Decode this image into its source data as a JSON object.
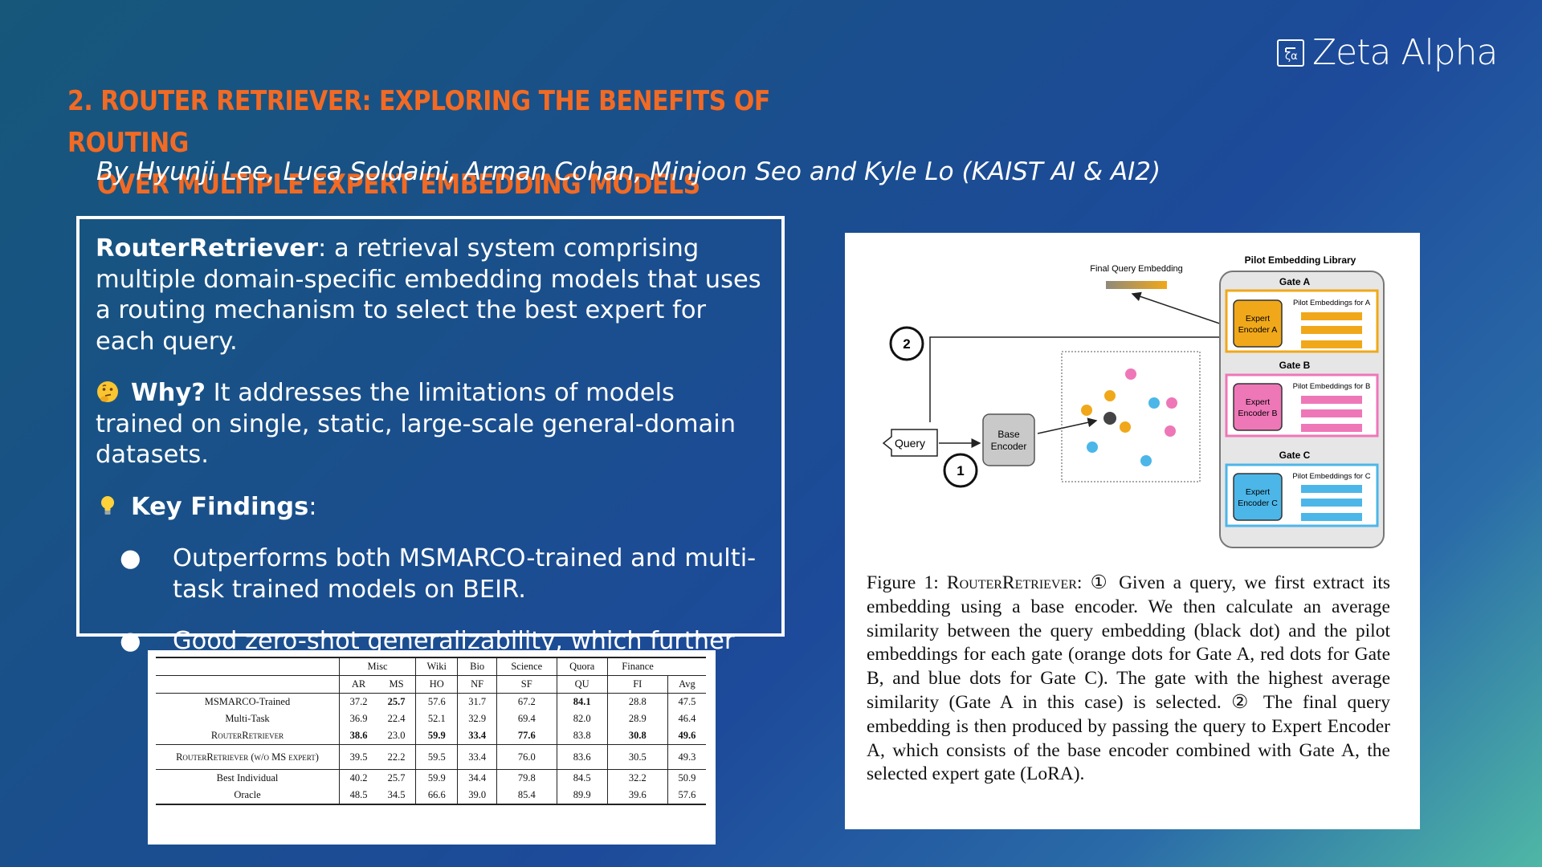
{
  "brand": {
    "name": "Zeta Alpha",
    "icon": "zeta-alpha-logo-icon"
  },
  "title": {
    "line1": "2. ROUTER RETRIEVER: EXPLORING THE BENEFITS OF ROUTING",
    "line2": "OVER MULTIPLE EXPERT EMBEDDING MODELS"
  },
  "authors": "By Hyunji Lee, Luca Soldaini, Arman Cohan, Minjoon Seo and Kyle Lo (KAIST AI & AI2)",
  "summary": {
    "term": "RouterRetriever",
    "definition": ": a retrieval system comprising multiple domain-specific embedding models that uses a routing mechanism to select the best expert for each query.",
    "why_icon": "thinking-face-icon",
    "why_label": "Why?",
    "why_text": " It addresses the limitations of models trained on single, static, large-scale general-domain datasets.",
    "findings_icon": "light-bulb-icon",
    "findings_label": "Key Findings",
    "findings_colon": ":",
    "bullet": "●",
    "findings": [
      "Outperforms both MSMARCO-trained and multi-task trained models on BEIR.",
      "Good zero-shot generalizability, which further improves by including more expert models."
    ]
  },
  "results_table": {
    "groups": [
      "Misc",
      "Wiki",
      "Bio",
      "Science",
      "Quora",
      "Finance"
    ],
    "columns": [
      "AR",
      "MS",
      "HO",
      "NF",
      "SF",
      "QU",
      "FI",
      "Avg"
    ],
    "rows": [
      {
        "name": "MSMARCO-Trained",
        "values": [
          "37.2",
          "25.7",
          "57.6",
          "31.7",
          "67.2",
          "84.1",
          "28.8",
          "47.5"
        ]
      },
      {
        "name": "Multi-Task",
        "values": [
          "36.9",
          "22.4",
          "52.1",
          "32.9",
          "69.4",
          "82.0",
          "28.9",
          "46.4"
        ]
      },
      {
        "name": "RouterRetriever",
        "values": [
          "38.6",
          "23.0",
          "59.9",
          "33.4",
          "77.6",
          "83.8",
          "30.8",
          "49.6"
        ]
      },
      {
        "name": "RouterRetriever (w/o MS expert)",
        "values": [
          "39.5",
          "22.2",
          "59.5",
          "33.4",
          "76.0",
          "83.6",
          "30.5",
          "49.3"
        ]
      },
      {
        "name": "Best Individual",
        "values": [
          "40.2",
          "25.7",
          "59.9",
          "34.4",
          "79.8",
          "84.5",
          "32.2",
          "50.9"
        ]
      },
      {
        "name": "Oracle",
        "values": [
          "48.5",
          "34.5",
          "66.6",
          "39.0",
          "85.4",
          "89.9",
          "39.6",
          "57.6"
        ]
      }
    ]
  },
  "figure": {
    "final_query_embedding": "Final Query Embedding",
    "library_title": "Pilot Embedding Library",
    "step1": "1",
    "step2": "2",
    "query": "Query",
    "base_encoder": [
      "Base",
      "Encoder"
    ],
    "gates": [
      {
        "label": "Gate A",
        "expert": [
          "Expert",
          "Encoder A"
        ],
        "pilot": "Pilot Embeddings for A",
        "color": "#f0a81a"
      },
      {
        "label": "Gate B",
        "expert": [
          "Expert",
          "Encoder B"
        ],
        "pilot": "Pilot Embeddings for B",
        "color": "#ee77b8"
      },
      {
        "label": "Gate C",
        "expert": [
          "Expert",
          "Encoder C"
        ],
        "pilot": "Pilot Embeddings for C",
        "color": "#4cb6e8"
      }
    ],
    "caption": {
      "prefix": "Figure 1: ",
      "name": "RouterRetriever",
      "colon": ": ",
      "step1_marker": "①",
      "part1": " Given a query, we first extract its embedding using a base encoder. We then calculate an average similarity between the query embedding (black dot) and the pilot embeddings for each gate (orange dots for Gate A, red dots for Gate B, and blue dots for Gate C). The gate with the highest average similarity (Gate A in this case) is selected. ",
      "step2_marker": "②",
      "part2": " The final query embedding is then produced by passing the query to Expert Encoder A, which consists of the base encoder combined with Gate A, the selected expert gate (LoRA)."
    }
  }
}
